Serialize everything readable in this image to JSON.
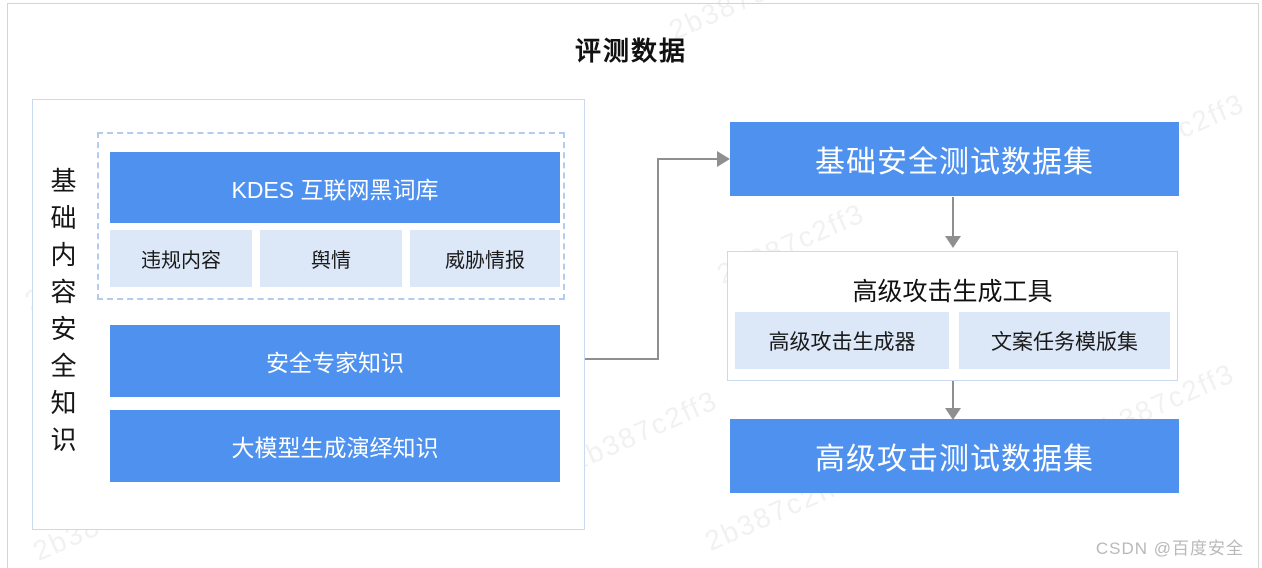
{
  "title": "评测数据",
  "left_panel": {
    "label_vertical": "基础内容安全知识",
    "kdes_bar": "KDES 互联网黑词库",
    "sub_items": [
      "违规内容",
      "舆情",
      "威胁情报"
    ],
    "expert_bar": "安全专家知识",
    "llm_bar": "大模型生成演绎知识"
  },
  "right_panel": {
    "basic_dataset": "基础安全测试数据集",
    "tool_box": {
      "title": "高级攻击生成工具",
      "sub_items": [
        "高级攻击生成器",
        "文案任务模版集"
      ]
    },
    "advanced_dataset": "高级攻击测试数据集"
  },
  "watermark_text": "2b387c2ff3",
  "credit": "CSDN @百度安全",
  "colors": {
    "primary_blue": "#4f91ef",
    "light_blue": "#dce7f8",
    "box_border": "#c9d9ef",
    "arrow_gray": "#8f8f8f"
  }
}
